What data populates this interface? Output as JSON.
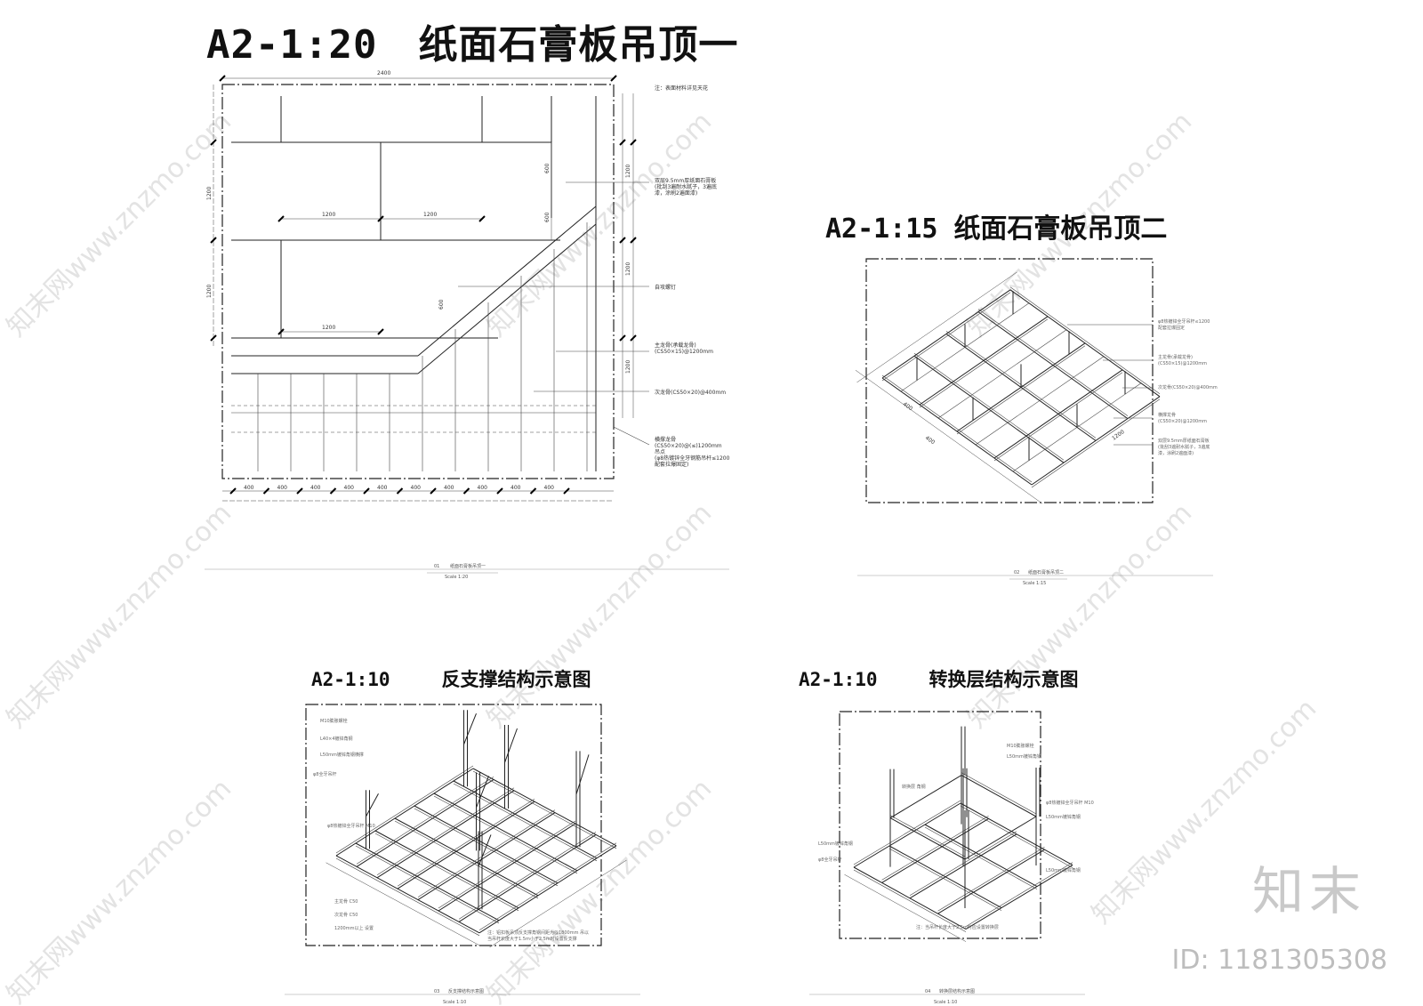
{
  "drawings": {
    "d1": {
      "scale": "A2-1:20",
      "title": "纸面石膏板吊顶一",
      "top_dim": "2400",
      "left_dims": [
        "1200",
        "1200"
      ],
      "inner_dims": [
        "1200",
        "1200",
        "1200"
      ],
      "right_dims": [
        "1200",
        "1200",
        "1200"
      ],
      "right_small_dims": [
        "600",
        "600",
        "600"
      ],
      "bottom_dims": [
        "400",
        "400",
        "400",
        "400",
        "400",
        "400",
        "400",
        "400",
        "400",
        "400"
      ],
      "annotations": [
        "注：表面材料详见天花",
        "双层9.5mm厚纸面石膏板\n(批刮3遍耐水腻子，3遍底\n漆，涂刷2遍面漆)",
        "自攻螺钉",
        "主龙骨(承载龙骨)\n(CS50×15)@1200mm",
        "次龙骨(CS50×20)@400mm",
        "横撑龙骨\n(CS50×20)@(≤)1200mm\n吊点\n(φ8热镀锌全牙钢筋吊杆≤1200\n配套拉爆固定)"
      ],
      "footer_code": "01",
      "footer_label": "纸面石膏板吊顶一",
      "footer_scale": "Scale 1:20"
    },
    "d2": {
      "scale": "A2-1:15",
      "title": "纸面石膏板吊顶二",
      "dims": [
        "400",
        "400",
        "1200"
      ],
      "annotations": [
        "φ8热镀锌全牙吊杆≤1200\n配套拉爆固定",
        "主龙骨(承载龙骨)\n(CS50×15)@1200mm",
        "次龙骨(CS50×20)@400mm",
        "横撑龙骨\n(CS50×20)@1200mm",
        "双层9.5mm厚纸面石膏板\n(批刮3遍耐水腻子，3遍底\n漆，涂刷2遍面漆)"
      ],
      "footer_code": "02",
      "footer_label": "纸面石膏板吊顶二",
      "footer_scale": "Scale 1:15"
    },
    "d3": {
      "scale": "A2-1:10",
      "title": "反支撑结构示意图",
      "annotations": [
        "M10膨胀螺栓",
        "L40×4镀锌角钢",
        "L50mm镀锌角钢横撑",
        "φ8全牙吊杆",
        "φ8热镀锌全牙吊杆 M10",
        "主龙骨 C50",
        "次龙骨 C50",
        "1200mm以上 设置",
        "注：铝扣板吊顶反支撑角钢间距为@1800mm 吊以\n当吊杆长度大于1.5m小于2.5m时设置反支撑"
      ],
      "footer_code": "03",
      "footer_label": "反支撑结构示意图",
      "footer_scale": "Scale 1:10"
    },
    "d4": {
      "scale": "A2-1:10",
      "title": "转换层结构示意图",
      "annotations": [
        "M10膨胀螺栓",
        "L50mm镀锌角钢",
        "φ8热镀锌全牙吊杆 M10",
        "L50mm镀锌角钢",
        "转换层 角钢",
        "L50mm镀锌角钢",
        "φ8全牙吊杆",
        "L50mm镀锌角钢",
        "注：当吊杆长度大于2.5m时应设置转换层"
      ],
      "footer_code": "04",
      "footer_label": "转换层结构示意图",
      "footer_scale": "Scale 1:10"
    }
  },
  "watermark": {
    "site_text": "知末网www.znzmo.com",
    "logo_text": "知末",
    "image_id": "ID: 1181305308"
  },
  "colors": {
    "line": "#222222",
    "watermark": "#e6e6e6",
    "logo": "#c9c9c9"
  }
}
